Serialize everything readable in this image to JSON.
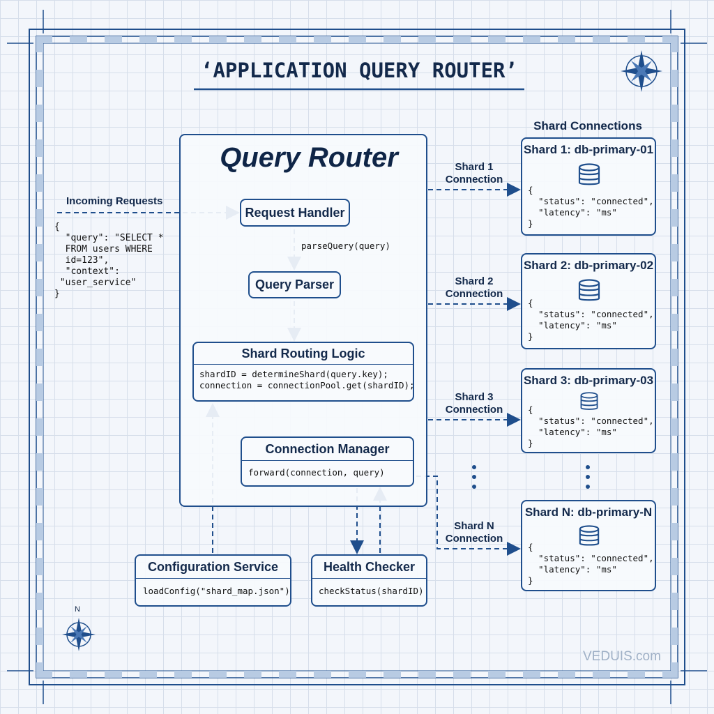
{
  "title": "‘APPLICATION QUERY ROUTER’",
  "router_title": "Query Router",
  "incoming": {
    "label": "Incoming Requests",
    "payload": "{\n  \"query\": \"SELECT *\n  FROM users WHERE\n  id=123\",\n  \"context\":\n \"user_service\"\n}"
  },
  "request_handler": "Request Handler",
  "parse_call": "parseQuery(query)",
  "query_parser": "Query Parser",
  "shard_routing": {
    "title": "Shard Routing Logic",
    "code": "shardID = determineShard(query.key);\nconnection = connectionPool.get(shardID);"
  },
  "connection_manager": {
    "title": "Connection Manager",
    "code": "forward(connection, query)"
  },
  "config_service": {
    "title": "Configuration Service",
    "code": "loadConfig(\"shard_map.json\")"
  },
  "health_checker": {
    "title": "Health Checker",
    "code": "checkStatus(shardID)"
  },
  "shard_connections_title": "Shard Connections",
  "connection_labels": [
    "Shard 1\nConnection",
    "Shard 2\nConnection",
    "Shard 3\nConnection",
    "Shard N\nConnection"
  ],
  "shards": [
    {
      "title": "Shard 1: db-primary-01",
      "body": "{\n  \"status\": \"connected\",\n  \"latency\": \"ms\"\n}"
    },
    {
      "title": "Shard 2: db-primary-02",
      "body": "{\n  \"status\": \"connected\",\n  \"latency\": \"ms\"\n}"
    },
    {
      "title": "Shard 3: db-primary-03",
      "body": "{\n  \"status\": \"connected\",\n  \"latency\": \"ms\"\n}"
    },
    {
      "title": "Shard N: db-primary-N",
      "body": "{\n  \"status\": \"connected\",\n  \"latency\": \"ms\"\n}"
    }
  ],
  "compass_label": "N",
  "watermark": "VEDUIS.com",
  "colors": {
    "line": "#1f4e8c",
    "text": "#13294b",
    "background": "#f3f6fb"
  }
}
